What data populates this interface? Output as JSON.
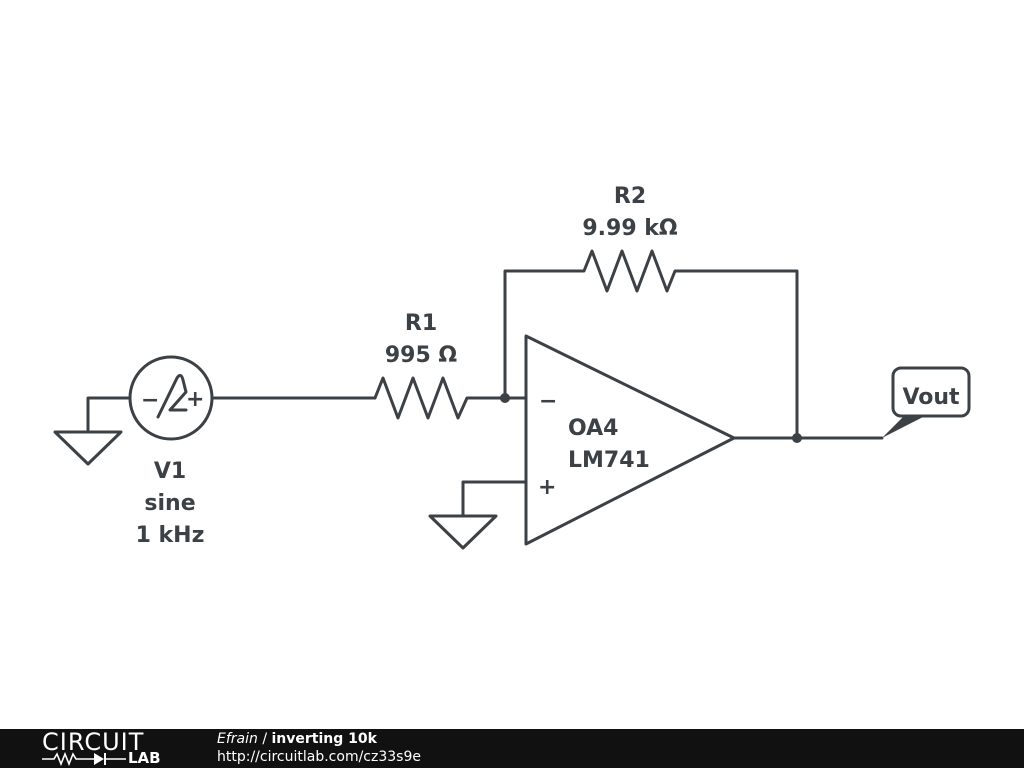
{
  "components": {
    "v1": {
      "name": "V1",
      "type": "sine",
      "freq": "1 kHz"
    },
    "r1": {
      "name": "R1",
      "value": "995 Ω"
    },
    "r2": {
      "name": "R2",
      "value": "9.99 kΩ"
    },
    "opamp": {
      "name": "OA4",
      "model": "LM741",
      "minus": "−",
      "plus": "+"
    },
    "source_polarity": {
      "minus": "−",
      "plus": "+"
    },
    "probe": {
      "label": "Vout"
    }
  },
  "footer": {
    "logo_top": "CIRCUIT",
    "logo_bottom": "LAB",
    "author": "Efrain",
    "separator": " / ",
    "title": "inverting 10k",
    "url": "http://circuitlab.com/cz33s9e"
  },
  "colors": {
    "ink": "#3c4146",
    "footer_bg": "#111111",
    "footer_text": "#ffffff"
  }
}
